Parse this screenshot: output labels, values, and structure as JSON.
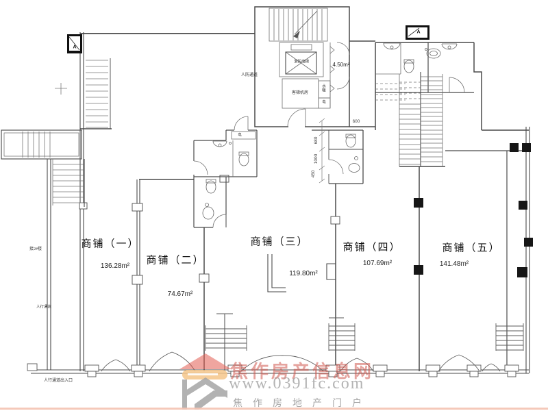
{
  "shops": [
    {
      "name": "商铺（一）",
      "area": "136.28m²"
    },
    {
      "name": "商铺（二）",
      "area": "74.67m²"
    },
    {
      "name": "商铺（三）",
      "area": "119.80m²"
    },
    {
      "name": "商铺（四）",
      "area": "107.69m²"
    },
    {
      "name": "商铺（五）",
      "area": "141.48m²"
    }
  ],
  "rooms": {
    "fire_elevator": "消防电梯",
    "elevator_room": "客梯机房",
    "plumbing": "水暖",
    "electric": "电",
    "electric2": "电",
    "lobby_area": "4.50m²",
    "civil_passage": "人防通道"
  },
  "annotations": {
    "connect_building": "接2#楼",
    "pedestrian_walkway": "人行通道",
    "pedestrian_entrance": "人行通道出入口"
  },
  "dimensions": {
    "d600": "600",
    "d680": "680",
    "d1000": "1000",
    "d450": "450"
  },
  "markers": {
    "section_letter": "A"
  },
  "watermark": {
    "site_name": "焦作房产信息网",
    "url": "www.0391fc.com",
    "tagline": "焦作房地产门户"
  },
  "colors": {
    "line": "#4a4a4a",
    "thin": "#6e6e6e",
    "watermark_red": "#d0584e",
    "watermark_gray": "#a0a0a0",
    "watermark_tan": "#f5c689"
  }
}
